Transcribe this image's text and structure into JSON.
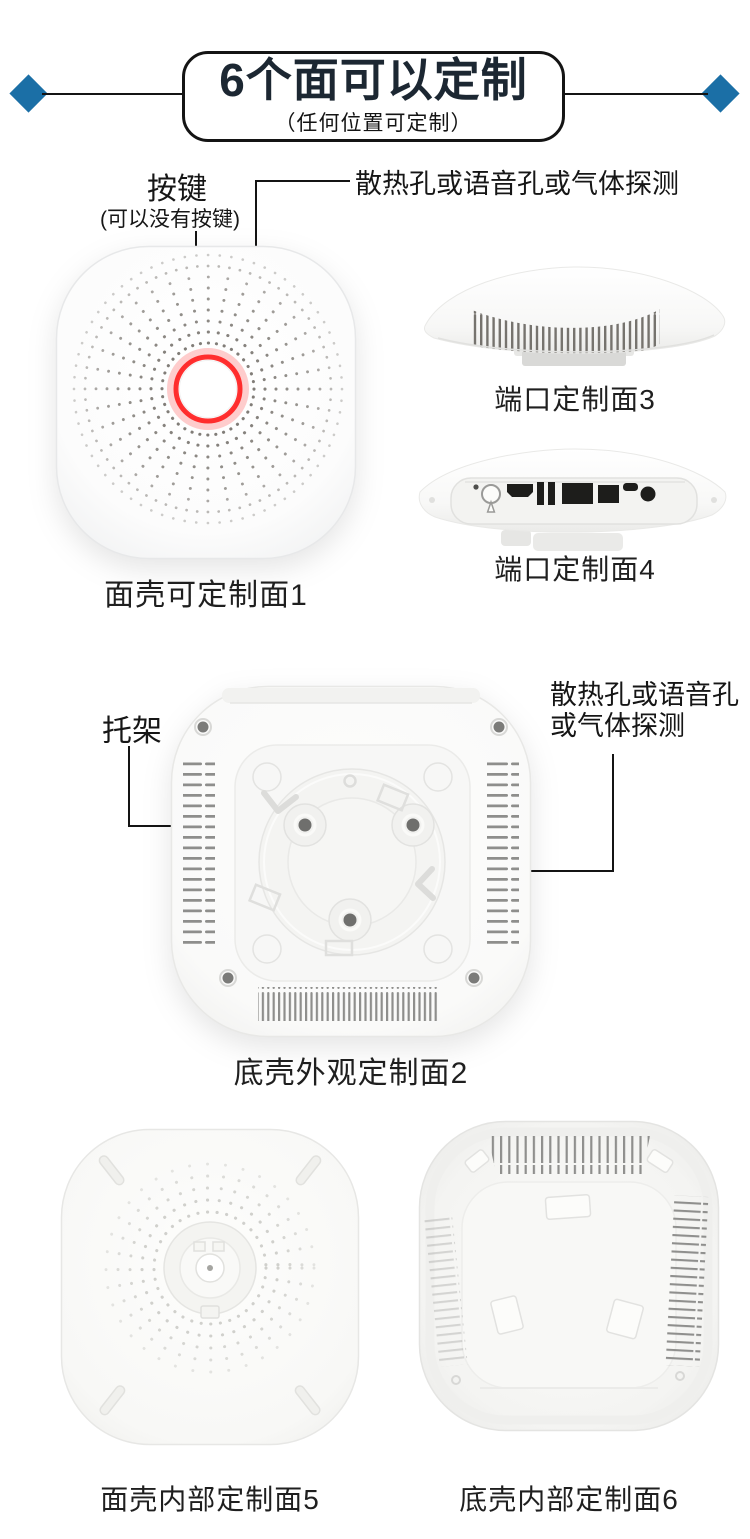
{
  "banner": {
    "title": "6个面可以定制",
    "subtitle": "（任何位置可定制）"
  },
  "annotations": {
    "button_label": "按键",
    "button_note": "(可以没有按键)",
    "vent_label_top": "散热孔或语音孔或气体探测",
    "bracket_label": "托架",
    "vent_label_mid_line1": "散热孔或语音孔",
    "vent_label_mid_line2": "或气体探测"
  },
  "captions": {
    "face1": "面壳可定制面1",
    "face2": "底壳外观定制面2",
    "face3": "端口定制面3",
    "face4": "端口定制面4",
    "face5": "面壳内部定制面5",
    "face6": "底壳内部定制面6"
  },
  "colors": {
    "accent_blue": "#1b6fa6",
    "accent_red": "#e60014",
    "line_black": "#141414",
    "text_dark": "#1c2732"
  },
  "icons": {
    "divider_diamond": "rotated-square-diamond",
    "callout_marker": "red-dot"
  }
}
